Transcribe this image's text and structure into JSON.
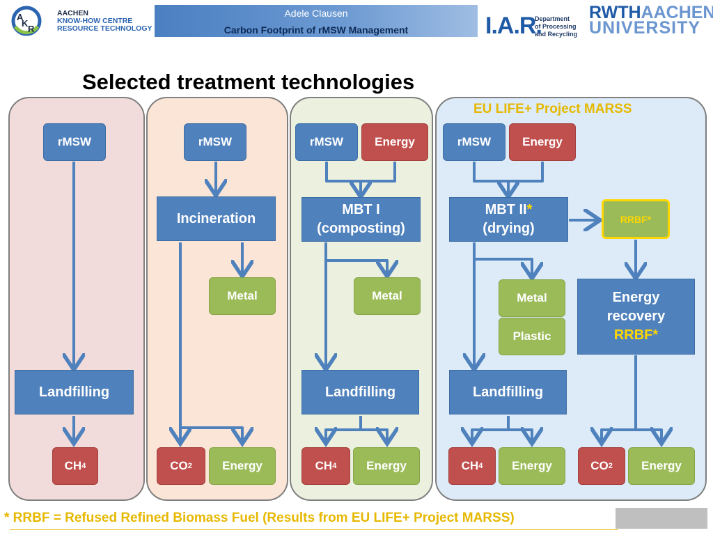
{
  "header": {
    "author": "Adele Clausen",
    "title": "Carbon Footprint of rMSW Management",
    "akr_line1": "AACHEN",
    "akr_line2": "KNOW-HOW CENTRE",
    "akr_line3": "RESOURCE TECHNOLOGY",
    "iar_logo": "I.A.R.",
    "iar_line1": "Department",
    "iar_line2": "of Processing",
    "iar_line3": "and Recycling",
    "rwth_1": "RWTH",
    "rwth_2": "AACHEN",
    "rwth_3": "UNIVERSITY"
  },
  "slide_title": "Selected treatment technologies",
  "marss_label": "EU LIFE+ Project MARSS",
  "col1": {
    "input": "rMSW",
    "landfill": "Landfilling",
    "out_ch": "CH",
    "out_sub": "4"
  },
  "col2": {
    "input": "rMSW",
    "process": "Incineration",
    "metal": "Metal",
    "out_co": "CO",
    "out_sub": "2",
    "energy": "Energy"
  },
  "col3": {
    "input": "rMSW",
    "energy_in": "Energy",
    "process_1": "MBT I",
    "process_2": "(composting)",
    "metal": "Metal",
    "landfill": "Landfilling",
    "out_ch": "CH",
    "out_sub": "4",
    "energy": "Energy"
  },
  "col4": {
    "input": "rMSW",
    "energy_in": "Energy",
    "process_1": "MBT II",
    "process_star": "*",
    "process_2": "(drying)",
    "rrbf": "RRBF*",
    "metal": "Metal",
    "plastic": "Plastic",
    "recovery_1": "Energy",
    "recovery_2": "recovery",
    "recovery_3": "RRBF*",
    "landfill": "Landfilling",
    "out_ch": "CH",
    "out_ch_sub": "4",
    "energy_1": "Energy",
    "out_co": "CO",
    "out_co_sub": "2",
    "energy_2": "Energy"
  },
  "footnote": "* RRBF = Refused Refined Biomass Fuel (Results from EU LIFE+ Project MARSS)",
  "colors": {
    "blue": "#4f81bd",
    "red": "#c0504d",
    "green": "#9bbb59",
    "yellow": "#ffd700"
  }
}
